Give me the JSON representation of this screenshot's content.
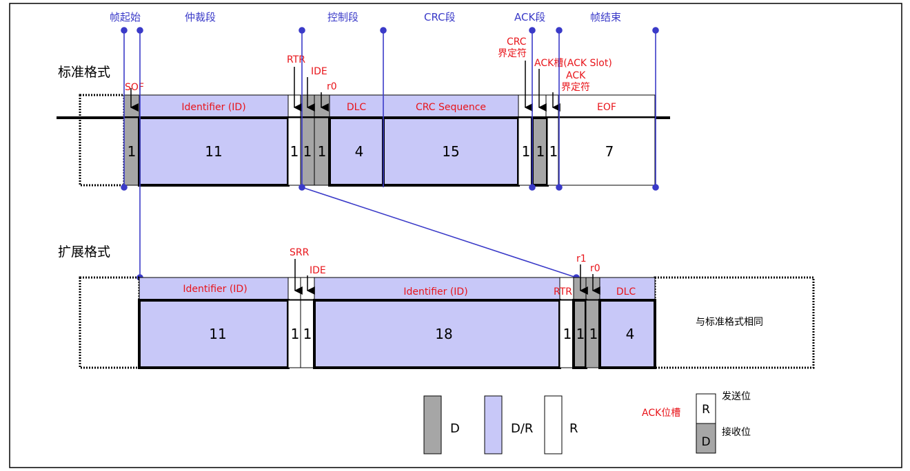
{
  "segments_top": {
    "sof_region": "帧起始",
    "arbitration": "仲裁段",
    "control": "控制段",
    "crc": "CRC段",
    "ack": "ACK段",
    "eof_region": "帧结束"
  },
  "standard": {
    "title": "标准格式",
    "labels": {
      "sof": "SOF",
      "rtr": "RTR",
      "ide": "IDE",
      "r0": "r0",
      "crc_delim_1": "CRC",
      "crc_delim_2": "界定符",
      "ack_slot": "ACK槽(ACK Slot)",
      "ack_delim_1": "ACK",
      "ack_delim_2": "界定符"
    },
    "fields": {
      "identifier": "Identifier (ID)",
      "dlc": "DLC",
      "crc_sequence": "CRC Sequence",
      "eof": "EOF"
    },
    "bits": {
      "sof": "1",
      "id": "11",
      "rtr": "1",
      "ide": "1",
      "r0": "1",
      "dlc": "4",
      "crc": "15",
      "crc_delim": "1",
      "ack_slot": "1",
      "ack_delim": "1",
      "eof": "7"
    }
  },
  "extended": {
    "title": "扩展格式",
    "labels": {
      "srr": "SRR",
      "ide": "IDE",
      "rtr": "RTR",
      "r1": "r1",
      "r0": "r0"
    },
    "fields": {
      "identifier_a": "Identifier (ID)",
      "identifier_b": "Identifier (ID)",
      "dlc": "DLC",
      "same": "与标准格式相同"
    },
    "bits": {
      "id_a": "11",
      "srr": "1",
      "ide": "1",
      "id_b": "18",
      "rtr": "1",
      "r1": "1",
      "r0": "1",
      "dlc": "4"
    }
  },
  "legend": {
    "d": "D",
    "dr": "D/R",
    "r": "R",
    "ack_slot_title": "ACK位槽",
    "send_bit": "发送位",
    "recv_bit": "接收位",
    "send_letter": "R",
    "recv_letter": "D"
  },
  "colors": {
    "dominant_gray": "#a6a6a6",
    "dr_lavender": "#c8c8f8",
    "label_red": "#e8141a",
    "line_blue": "#3a3ac8"
  }
}
